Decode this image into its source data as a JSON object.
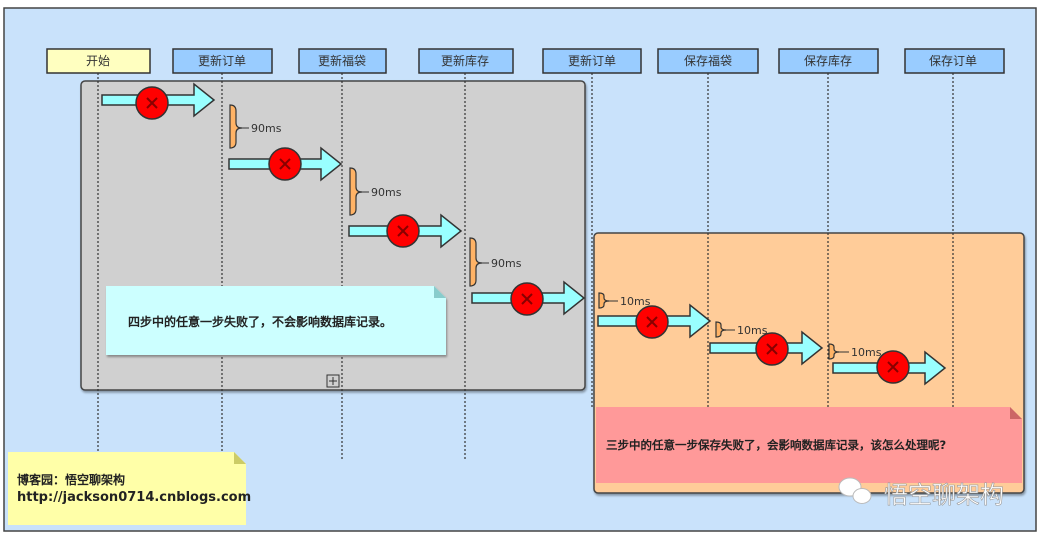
{
  "lifelines": [
    {
      "label": "开始"
    },
    {
      "label": "更新订单"
    },
    {
      "label": "更新福袋"
    },
    {
      "label": "更新库存"
    },
    {
      "label": "更新订单"
    },
    {
      "label": "保存福袋"
    },
    {
      "label": "保存库存"
    },
    {
      "label": "保存订单"
    }
  ],
  "delays": [
    "90ms",
    "90ms",
    "90ms",
    "10ms",
    "10ms",
    "10ms"
  ],
  "notes": {
    "four_step": "四步中的任意一步失败了，不会影响数据库记录。",
    "three_step": "三步中的任意一步保存失败了，会影响数据库记录，该怎么处理呢?",
    "blog_line1": "博客园：悟空聊架构",
    "blog_line2": "http://jackson0714.cnblogs.com"
  },
  "watermark": "悟空聊架构",
  "colors": {
    "background": "#c9e2fb",
    "header_blue": "#99ccff",
    "start_yellow": "#ffffc0",
    "group_gray": "#d0d0d0",
    "group_orange": "#ffcc99",
    "arrow_cyan": "#99ffff",
    "fail_red": "#ff0000",
    "note_cyan": "#ccffff",
    "note_pink": "#ff9999",
    "note_yellow": "#ffffa8"
  }
}
